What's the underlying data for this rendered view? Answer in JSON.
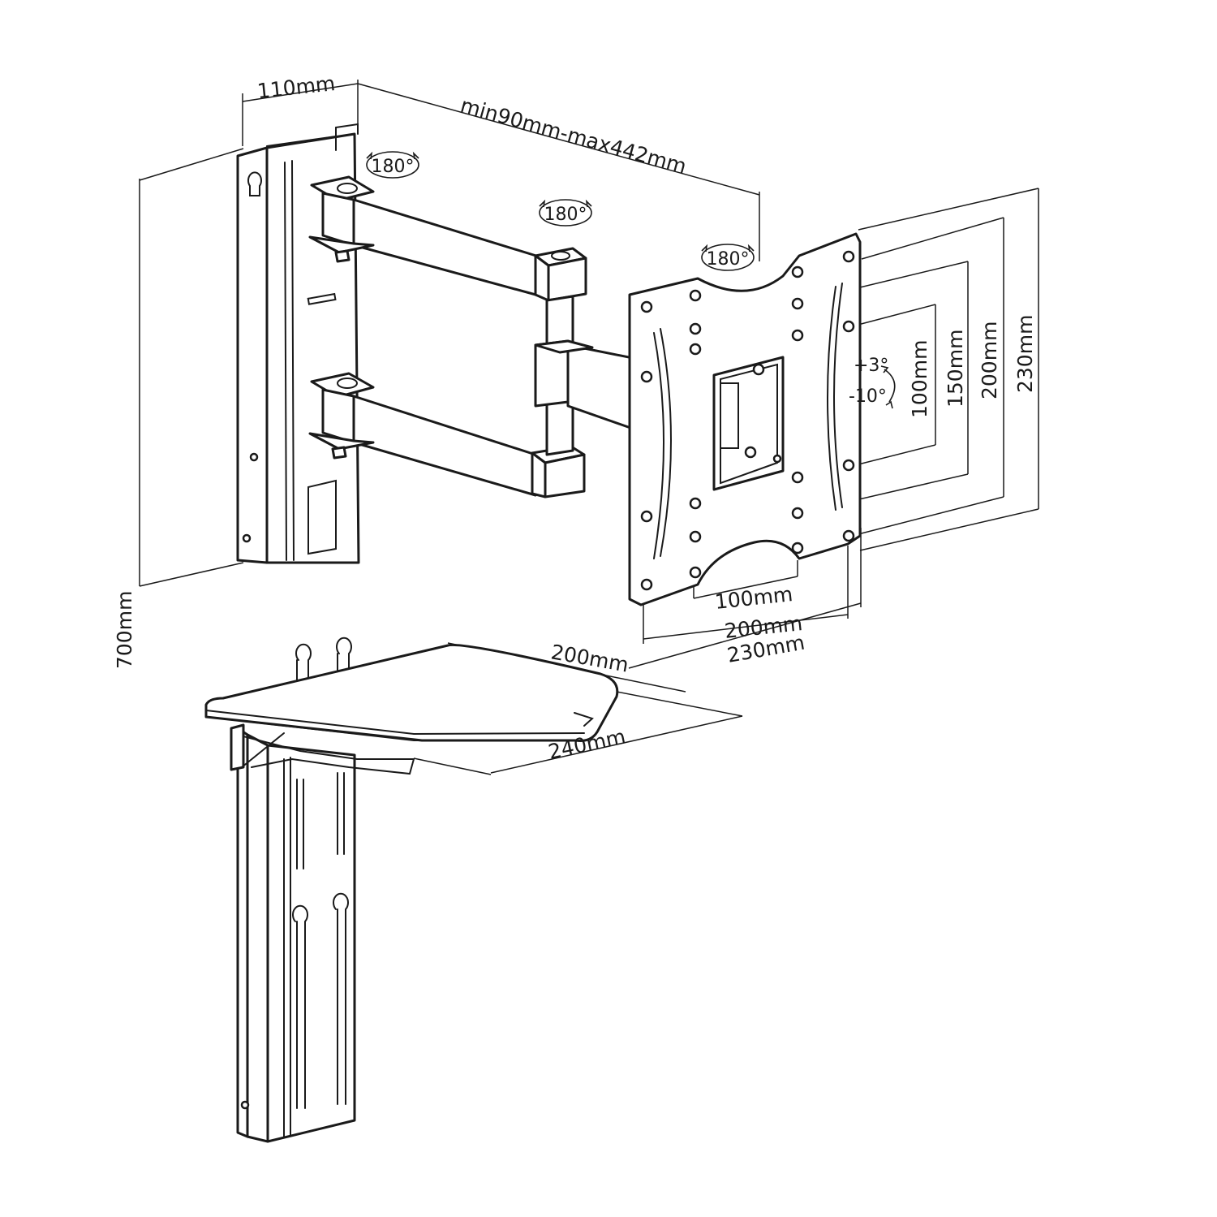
{
  "dimensions": {
    "wall_plate_depth": "110mm",
    "arm_extension": "min90mm-max442mm",
    "column_height": "700mm",
    "shelf_depth": "200mm",
    "shelf_width": "240mm",
    "vesa_w_100": "100mm",
    "vesa_w_200": "200mm",
    "vesa_w_230": "230mm",
    "vesa_h_100": "100mm",
    "vesa_h_150": "150mm",
    "vesa_h_200": "200mm",
    "vesa_h_230": "230mm"
  },
  "rotation": {
    "joint_wall": "180°",
    "joint_middle": "180°",
    "joint_head": "180°"
  },
  "tilt": {
    "up": "+3°",
    "down": "-10°"
  },
  "colors": {
    "line": "#1a1a1a",
    "background": "#ffffff"
  }
}
